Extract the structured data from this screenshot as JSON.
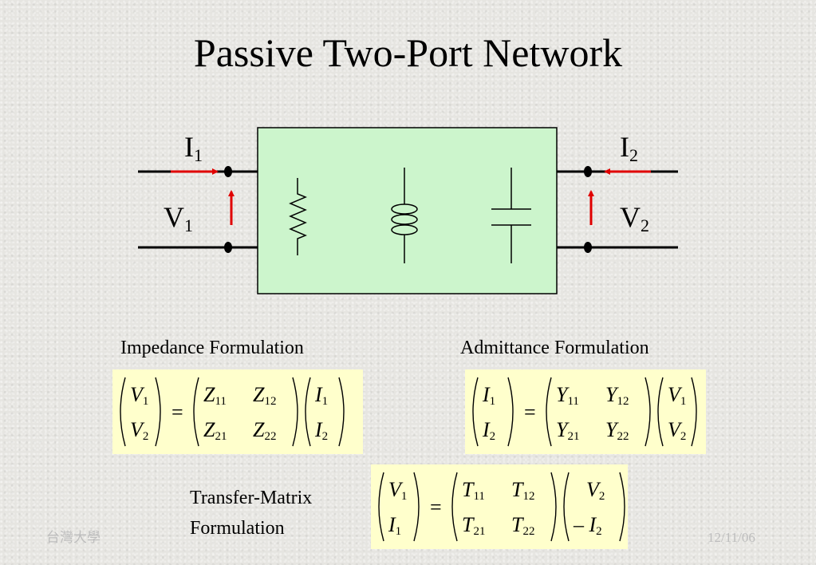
{
  "slide": {
    "title": "Passive Two-Port Network",
    "footer_left": "台灣大學",
    "footer_right": "12/11/06"
  },
  "ports": {
    "i1": {
      "main": "I",
      "sub": "1"
    },
    "v1": {
      "main": "V",
      "sub": "1"
    },
    "i2": {
      "main": "I",
      "sub": "2"
    },
    "v2": {
      "main": "V",
      "sub": "2"
    }
  },
  "formulations": {
    "impedance": {
      "heading": "Impedance Formulation",
      "lhs": [
        [
          "V",
          "1"
        ],
        [
          "V",
          "2"
        ]
      ],
      "matrix": [
        [
          [
            "Z",
            "11"
          ],
          [
            "Z",
            "12"
          ]
        ],
        [
          [
            "Z",
            "21"
          ],
          [
            "Z",
            "22"
          ]
        ]
      ],
      "rhs": [
        [
          "I",
          "1"
        ],
        [
          "I",
          "2"
        ]
      ]
    },
    "admittance": {
      "heading": "Admittance Formulation",
      "lhs": [
        [
          "I",
          "1"
        ],
        [
          "I",
          "2"
        ]
      ],
      "matrix": [
        [
          [
            "Y",
            "11"
          ],
          [
            "Y",
            "12"
          ]
        ],
        [
          [
            "Y",
            "21"
          ],
          [
            "Y",
            "22"
          ]
        ]
      ],
      "rhs": [
        [
          "V",
          "1"
        ],
        [
          "V",
          "2"
        ]
      ]
    },
    "transfer": {
      "heading_line1": "Transfer-Matrix",
      "heading_line2": "Formulation",
      "lhs": [
        [
          "V",
          "1"
        ],
        [
          "I",
          "1"
        ]
      ],
      "matrix": [
        [
          [
            "T",
            "11"
          ],
          [
            "T",
            "12"
          ]
        ],
        [
          [
            "T",
            "21"
          ],
          [
            "T",
            "22"
          ]
        ]
      ],
      "rhs": [
        [
          "V",
          "2"
        ],
        [
          "– I",
          "2"
        ]
      ]
    }
  },
  "colors": {
    "network_box": "#ccf5cc",
    "formula_box": "#ffffcc",
    "arrow": "#e00000"
  }
}
